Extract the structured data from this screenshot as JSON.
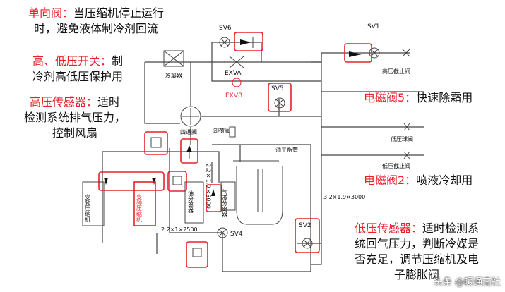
{
  "annotations": {
    "check_valve": {
      "key": "单向阀：",
      "lines": [
        "当压缩机停止运行",
        "时，避免液体制冷剂回流"
      ]
    },
    "pressure_switch": {
      "key": "高、低压开关：",
      "lines": [
        "制",
        "冷剂高低压保护用"
      ]
    },
    "high_sensor": {
      "key": "高压传感器：",
      "lines": [
        "适时",
        "检测系统排气压力，",
        "控制风扇"
      ]
    },
    "solenoid5": {
      "key": "电磁阀5：",
      "text": "快速除霜用"
    },
    "solenoid2": {
      "key": "电磁阀2：",
      "text": "喷液冷却用"
    },
    "low_sensor": {
      "key": "低压传感器：",
      "lines": [
        "适时检测系",
        "统回气压力，判断冷媒是",
        "否充足，调节压缩机及电",
        "子膨胀阀"
      ]
    }
  },
  "labels": {
    "sv6": "SV6",
    "sv1": "SV1",
    "sv5": "SV5",
    "sv4": "SV4",
    "sv2": "SV2",
    "condenser": "冷凝器",
    "exva": "EXVA",
    "exvb": "EXVB",
    "hp_stop_valve": "高压截止阀",
    "lp_ball_valve": "低压球阀",
    "lp_stop_valve": "低压截止阀",
    "four_way": "四通阀",
    "unload_valve": "卸荷阀",
    "oil_balance": "油平衡管",
    "comp1": "变频压缩机",
    "comp2": "变频压缩机",
    "oil_sep": "油分离器",
    "gas_liquid_sep": "气液分离器",
    "cap1": "2.2×1×2500",
    "cap2": "2.2×1.0×3000",
    "cap3": "3.2×1.9×3000"
  },
  "watermark": "头条 @暖通南社",
  "colors": {
    "accent": "#e8202a",
    "line": "#444444",
    "text": "#111111"
  }
}
